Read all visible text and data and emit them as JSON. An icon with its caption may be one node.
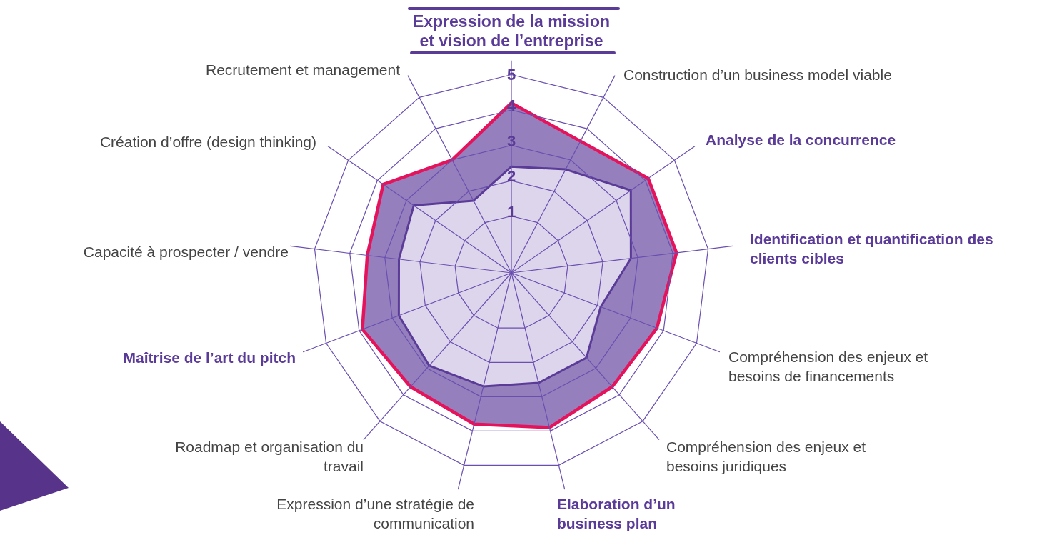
{
  "diagram": {
    "labels": [
      "Expression de la mission et vision de l’entreprise",
      "Construction d’un business model viable",
      "Analyse de la concurrence",
      "Identification et quantification des clients cibles",
      "Compréhension des enjeux et besoins de financements",
      "Compréhension des enjeux et besoins juridiques",
      "Elaboration d’un business plan",
      "Expression d’une stratégie de communication",
      "Roadmap et organisation du travail",
      "Maîtrise de l’art du pitch",
      "Capacité à prospecter / vendre",
      "Création d’offre (design thinking)",
      "Recrutement et management",
      "5",
      "4",
      "3",
      "2",
      "1"
    ]
  }
}
